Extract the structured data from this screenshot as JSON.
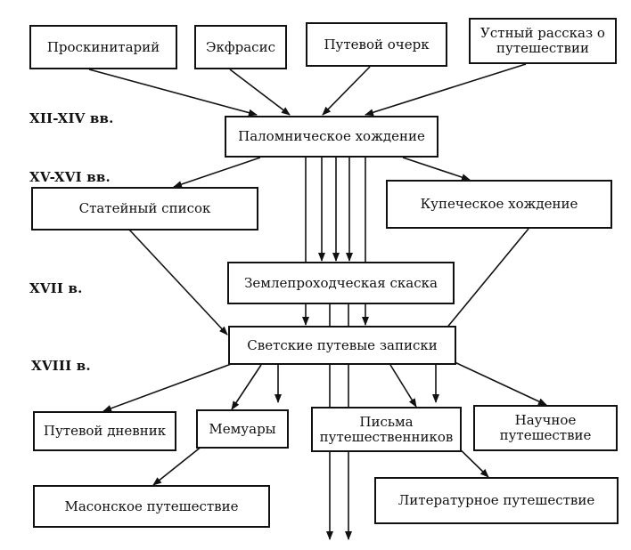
{
  "nodes": {
    "proskinitariy": "Проскинитарий",
    "ekfrasis": "Экфрасис",
    "putevoy_ocherk": "Путевой очерк",
    "ustny_rasskaz": "Устный рассказ о путешествии",
    "palomnicheskoe": "Паломническое хождение",
    "stateyny": "Статейный список",
    "kupecheskoe": "Купеческое хождение",
    "zemleprokhod": "Землепроходческая скаска",
    "svetskie": "Светские путевые записки",
    "dnevnik": "Путевой дневник",
    "memuary": "Мемуары",
    "pisma": "Письма путешественников",
    "nauchnoe": "Научное путешествие",
    "masonskoe": "Масонское путешествие",
    "literaturnoe": "Литературное путешествие"
  },
  "eras": {
    "c12_14": "XII-XIV вв.",
    "c15_16": "XV-XVI вв.",
    "c17": "XVII в.",
    "c18": "XVIII в."
  }
}
